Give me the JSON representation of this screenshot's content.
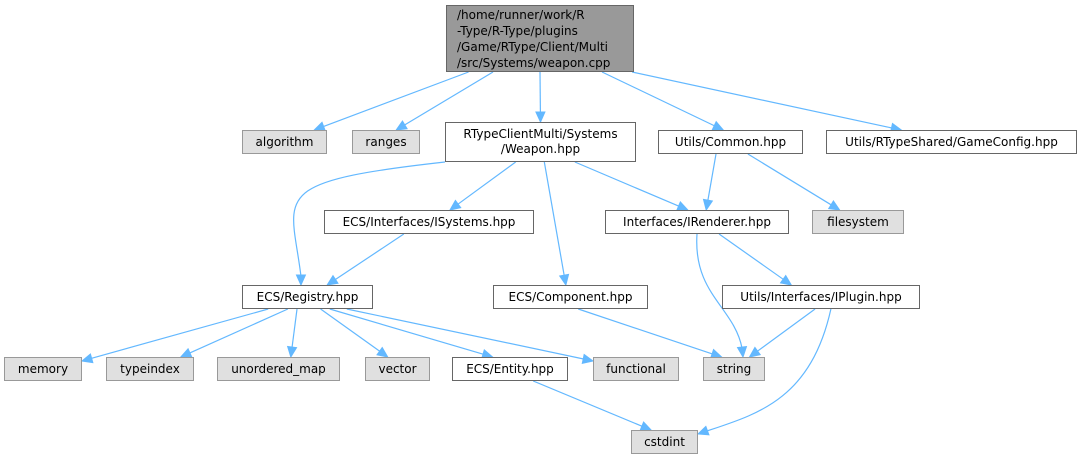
{
  "diagram": {
    "title": "Include dependency graph for weapon.cpp",
    "colors": {
      "edge": "#63b8ff",
      "root_fill": "#999999",
      "system_fill": "#e0e0e0",
      "project_fill": "#ffffff",
      "border": "#666666"
    },
    "nodes": [
      {
        "id": "root",
        "label": "/home/runner/work/R\n-Type/R-Type/plugins\n/Game/RType/Client/Multi\n/src/Systems/weapon.cpp",
        "kind": "root"
      },
      {
        "id": "algorithm",
        "label": "algorithm",
        "kind": "system"
      },
      {
        "id": "ranges",
        "label": "ranges",
        "kind": "system"
      },
      {
        "id": "weapon_hpp",
        "label": "RTypeClientMulti/Systems\n/Weapon.hpp",
        "kind": "project"
      },
      {
        "id": "common",
        "label": "Utils/Common.hpp",
        "kind": "project"
      },
      {
        "id": "gameconfig",
        "label": "Utils/RTypeShared/GameConfig.hpp",
        "kind": "project"
      },
      {
        "id": "isystems",
        "label": "ECS/Interfaces/ISystems.hpp",
        "kind": "project"
      },
      {
        "id": "irenderer",
        "label": "Interfaces/IRenderer.hpp",
        "kind": "project"
      },
      {
        "id": "filesystem",
        "label": "filesystem",
        "kind": "system"
      },
      {
        "id": "registry",
        "label": "ECS/Registry.hpp",
        "kind": "project"
      },
      {
        "id": "component",
        "label": "ECS/Component.hpp",
        "kind": "project"
      },
      {
        "id": "iplugin",
        "label": "Utils/Interfaces/IPlugin.hpp",
        "kind": "project"
      },
      {
        "id": "memory",
        "label": "memory",
        "kind": "system"
      },
      {
        "id": "typeindex",
        "label": "typeindex",
        "kind": "system"
      },
      {
        "id": "unordered_map",
        "label": "unordered_map",
        "kind": "system"
      },
      {
        "id": "vector",
        "label": "vector",
        "kind": "system"
      },
      {
        "id": "entity",
        "label": "ECS/Entity.hpp",
        "kind": "project"
      },
      {
        "id": "functional",
        "label": "functional",
        "kind": "system"
      },
      {
        "id": "string",
        "label": "string",
        "kind": "system"
      },
      {
        "id": "cstdint",
        "label": "cstdint",
        "kind": "system"
      }
    ],
    "edges": [
      {
        "from": "root",
        "to": "algorithm"
      },
      {
        "from": "root",
        "to": "ranges"
      },
      {
        "from": "root",
        "to": "weapon_hpp"
      },
      {
        "from": "root",
        "to": "common"
      },
      {
        "from": "root",
        "to": "gameconfig"
      },
      {
        "from": "weapon_hpp",
        "to": "registry"
      },
      {
        "from": "weapon_hpp",
        "to": "isystems"
      },
      {
        "from": "weapon_hpp",
        "to": "component"
      },
      {
        "from": "weapon_hpp",
        "to": "irenderer"
      },
      {
        "from": "common",
        "to": "irenderer"
      },
      {
        "from": "common",
        "to": "filesystem"
      },
      {
        "from": "isystems",
        "to": "registry"
      },
      {
        "from": "irenderer",
        "to": "string"
      },
      {
        "from": "irenderer",
        "to": "iplugin"
      },
      {
        "from": "registry",
        "to": "memory"
      },
      {
        "from": "registry",
        "to": "typeindex"
      },
      {
        "from": "registry",
        "to": "unordered_map"
      },
      {
        "from": "registry",
        "to": "vector"
      },
      {
        "from": "registry",
        "to": "entity"
      },
      {
        "from": "registry",
        "to": "functional"
      },
      {
        "from": "component",
        "to": "string"
      },
      {
        "from": "iplugin",
        "to": "string"
      },
      {
        "from": "iplugin",
        "to": "cstdint"
      },
      {
        "from": "entity",
        "to": "cstdint"
      }
    ]
  }
}
